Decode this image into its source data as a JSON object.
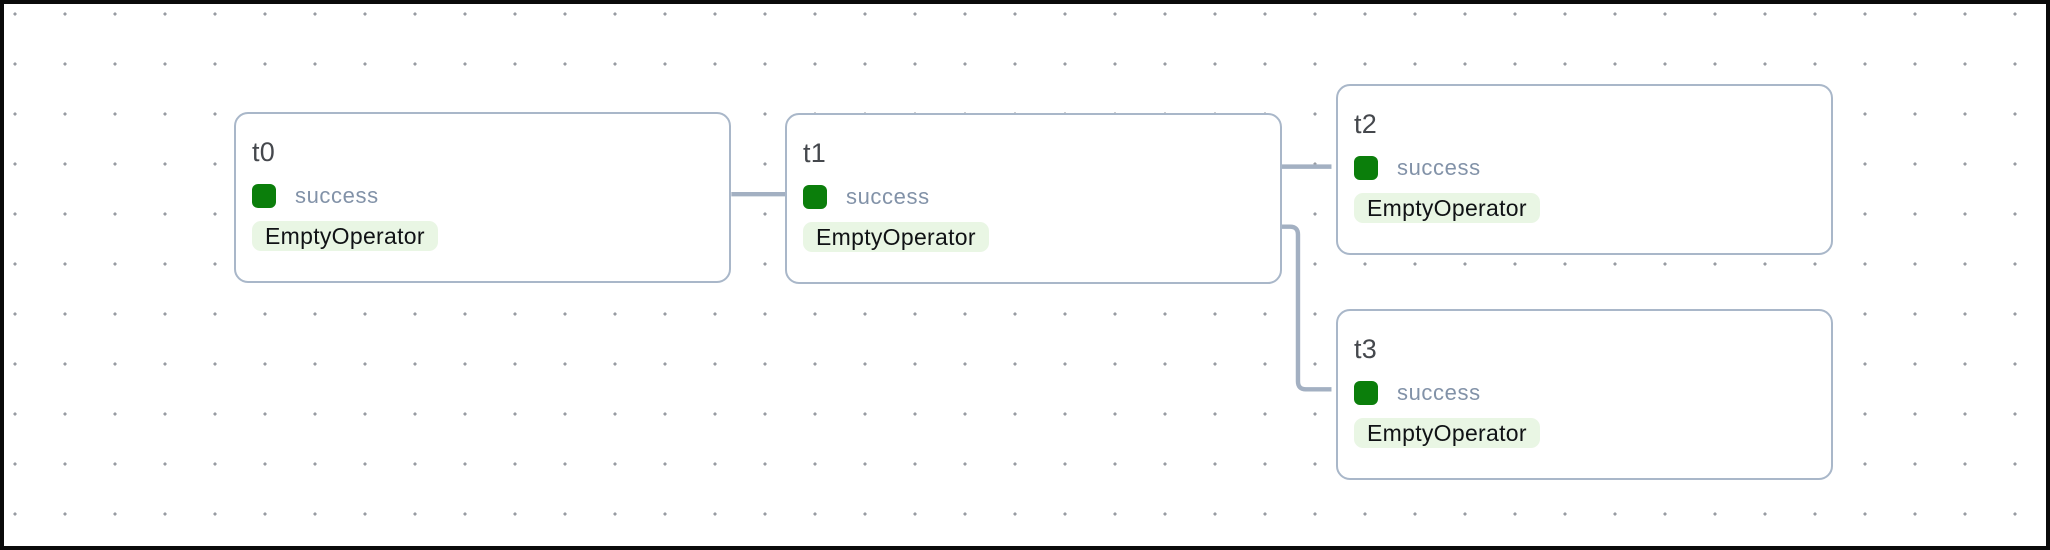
{
  "canvas": {
    "background": "#ffffff",
    "frame_border_color": "#0a0a0a",
    "dot_grid_color": "#979ba2"
  },
  "colors": {
    "node_border": "#a9b7c9",
    "edge": "#a3b0c2",
    "title": "#45484d",
    "status_text": "#8292a8",
    "status_green": "#0b7e0b",
    "operator_pill_bg": "#e9f6e4",
    "operator_pill_text": "#101215",
    "dot": "#979ba2"
  },
  "nodes": [
    {
      "id": "t0",
      "label": "t0",
      "status": "success",
      "operator": "EmptyOperator"
    },
    {
      "id": "t1",
      "label": "t1",
      "status": "success",
      "operator": "EmptyOperator"
    },
    {
      "id": "t2",
      "label": "t2",
      "status": "success",
      "operator": "EmptyOperator"
    },
    {
      "id": "t3",
      "label": "t3",
      "status": "success",
      "operator": "EmptyOperator"
    }
  ],
  "edges": [
    {
      "from": "t0",
      "to": "t1"
    },
    {
      "from": "t1",
      "to": "t2"
    },
    {
      "from": "t1",
      "to": "t3"
    }
  ]
}
